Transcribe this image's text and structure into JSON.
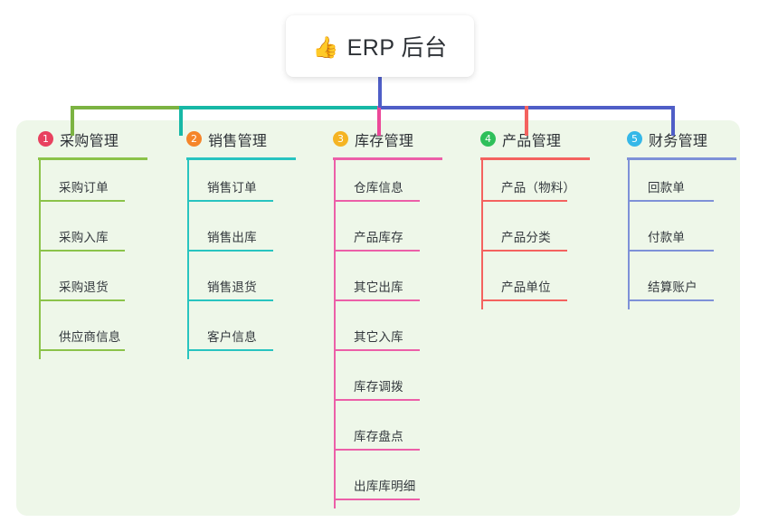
{
  "root": {
    "icon": "thumbs-up-icon",
    "emoji": "👍",
    "title": "ERP 后台"
  },
  "theme": {
    "panel_bg": "#eef7e9",
    "card_bg": "#ffffff",
    "trunk_color": "#4f5ec7",
    "bus_colors": [
      "#7cb342",
      "#17b8a6",
      "#4f5ec7"
    ]
  },
  "columns": [
    {
      "number": "1",
      "title": "采购管理",
      "badge_color": "#e8415f",
      "line_color": "#8bc34a",
      "items": [
        "采购订单",
        "采购入库",
        "采购退货",
        "供应商信息"
      ]
    },
    {
      "number": "2",
      "title": "销售管理",
      "badge_color": "#f5852a",
      "line_color": "#28c4c0",
      "items": [
        "销售订单",
        "销售出库",
        "销售退货",
        "客户信息"
      ]
    },
    {
      "number": "3",
      "title": "库存管理",
      "badge_color": "#f5b423",
      "line_color": "#ec5fa8",
      "items": [
        "仓库信息",
        "产品库存",
        "其它出库",
        "其它入库",
        "库存调拨",
        "库存盘点",
        "出库库明细"
      ]
    },
    {
      "number": "4",
      "title": "产品管理",
      "badge_color": "#2ec05a",
      "line_color": "#f4625f",
      "items": [
        "产品（物料）",
        "产品分类",
        "产品单位"
      ]
    },
    {
      "number": "5",
      "title": "财务管理",
      "badge_color": "#35b8e8",
      "line_color": "#7e91d8",
      "items": [
        "回款单",
        "付款单",
        "结算账户"
      ]
    }
  ]
}
